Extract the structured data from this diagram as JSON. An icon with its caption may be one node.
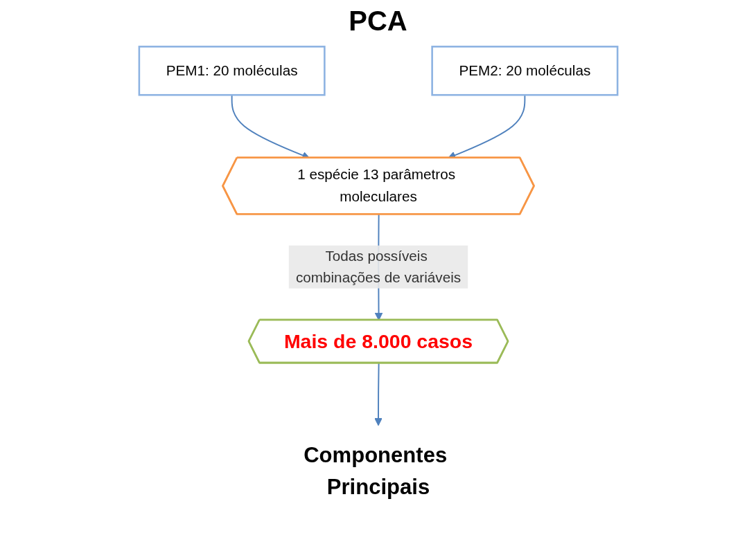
{
  "diagram": {
    "title": "PCA",
    "nodes": [
      {
        "text": [
          "PEM1: 20 moléculas"
        ]
      },
      {
        "text": [
          "PEM2: 20 moléculas"
        ]
      },
      {
        "text": [
          "1 espécie 13 parâmetros moleculares"
        ]
      },
      {
        "text": [
          "Mais de 8.000 casos"
        ]
      },
      {
        "text": [
          "Componentes Principais"
        ]
      }
    ],
    "edges": [
      {
        "from": 0,
        "to": 2,
        "arrow": "to"
      },
      {
        "from": 1,
        "to": 2,
        "arrow": "to"
      },
      {
        "from": 2,
        "to": 3,
        "arrow": "to",
        "label": "Todas possíveis combinações de variáveis"
      },
      {
        "from": 3,
        "to": 4,
        "arrow": "to"
      }
    ]
  }
}
